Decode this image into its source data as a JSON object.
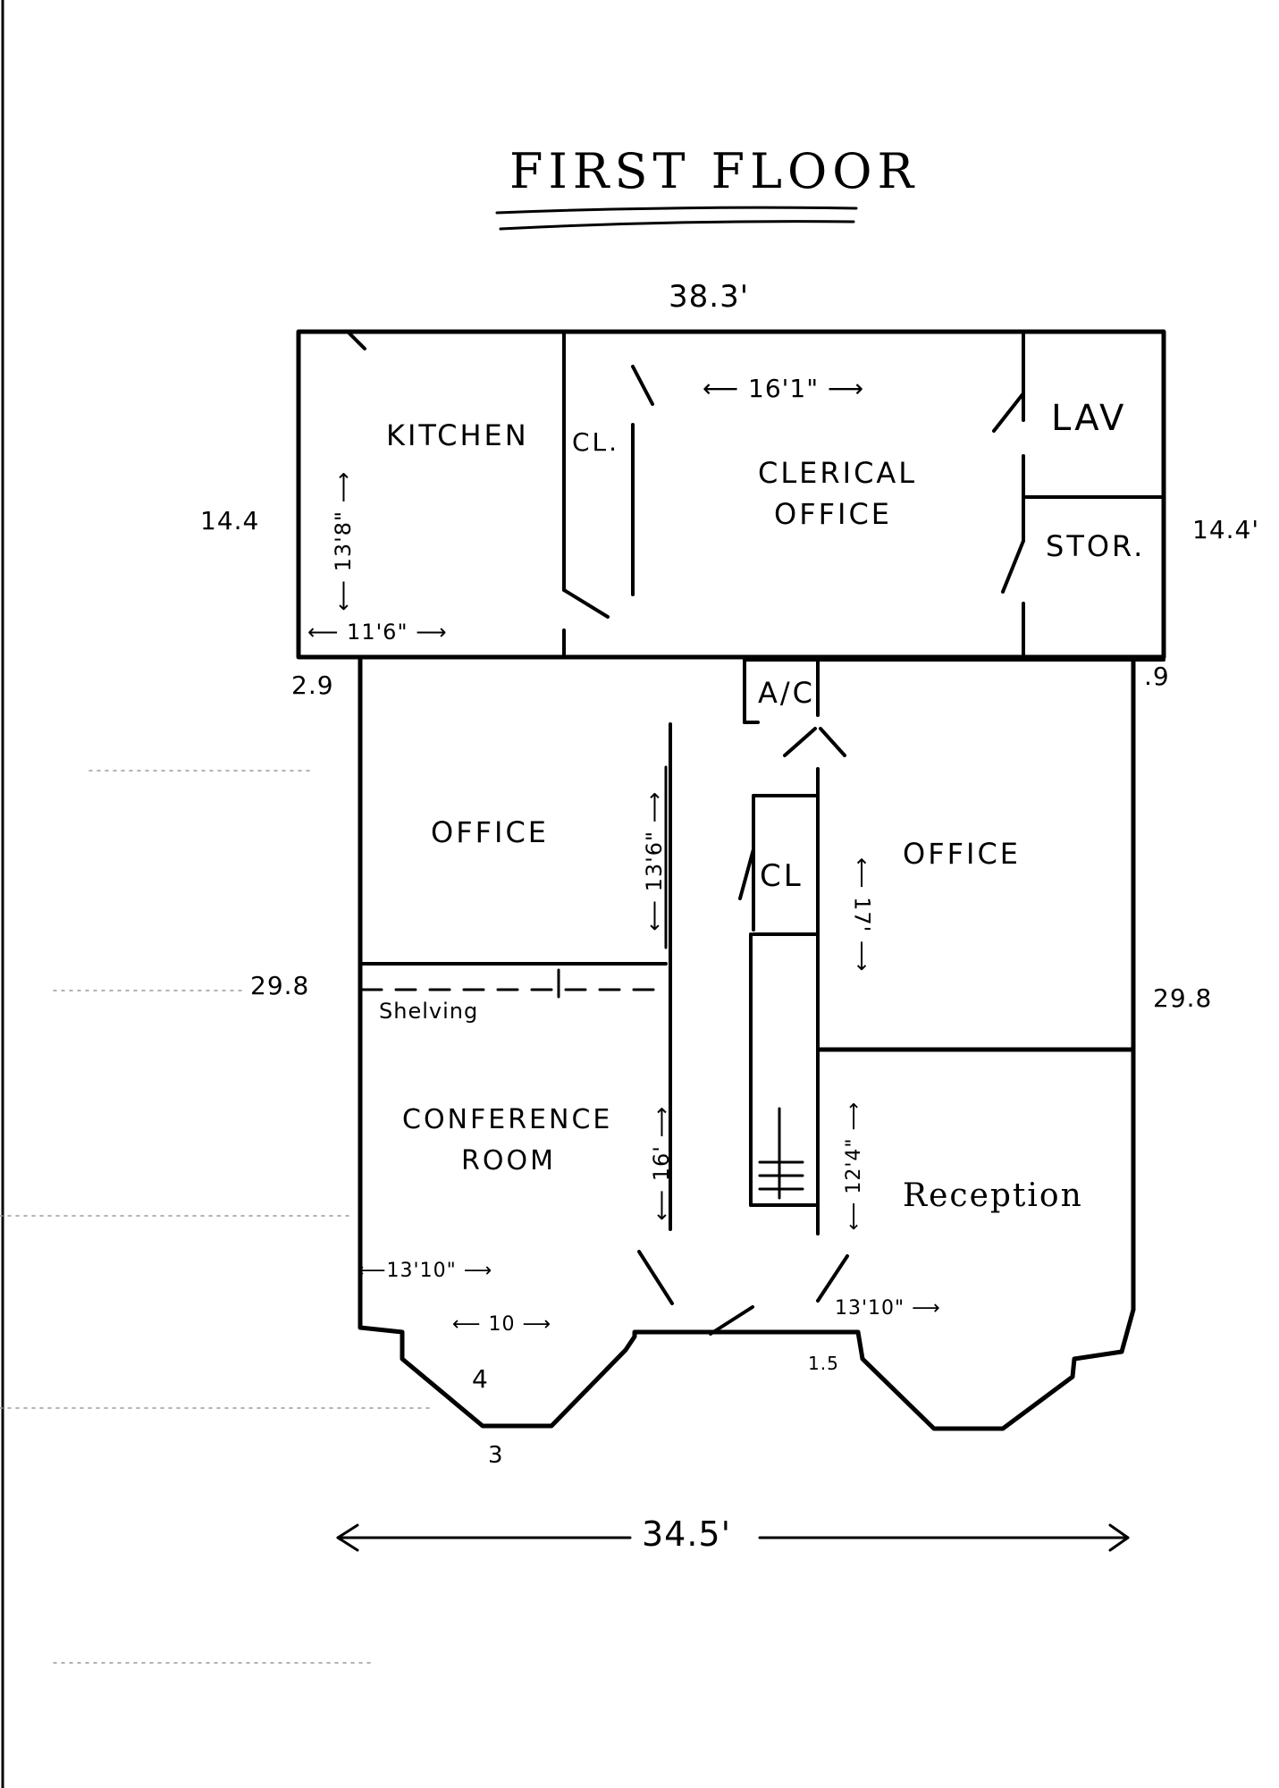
{
  "title": "FIRST FLOOR",
  "rooms": {
    "kitchen": "KITCHEN",
    "closet_top": "CL.",
    "clerical_office_line1": "CLERICAL",
    "clerical_office_line2": "OFFICE",
    "lav": "LAV",
    "storage": "STOR.",
    "ac": "A/C",
    "office_left": "OFFICE",
    "closet_middle": "CL",
    "office_right": "OFFICE",
    "shelving": "Shelving",
    "conference_line1": "CONFERENCE",
    "conference_line2": "ROOM",
    "reception": "Reception"
  },
  "dimensions": {
    "top_width": "38.3'",
    "left_height": "14.4",
    "right_height": "14.4'",
    "left_offset": "2.9",
    "right_offset": ".9",
    "left_depth": "29.8",
    "right_depth": "29.8",
    "bottom_width": "34.5'",
    "bay_depth": "4",
    "bay_width": "3",
    "bay_right": "1.5",
    "clerical_width": "16'1\"",
    "kitchen_height": "13'8\"",
    "kitchen_width": "11'6\"",
    "office_left_height": "13'6\"",
    "office_right_height": "17'",
    "conference_height": "16'",
    "reception_height": "12'4\"",
    "conference_width": "13'10\"",
    "reception_width": "13'10\"",
    "bay_left_width": "10"
  }
}
